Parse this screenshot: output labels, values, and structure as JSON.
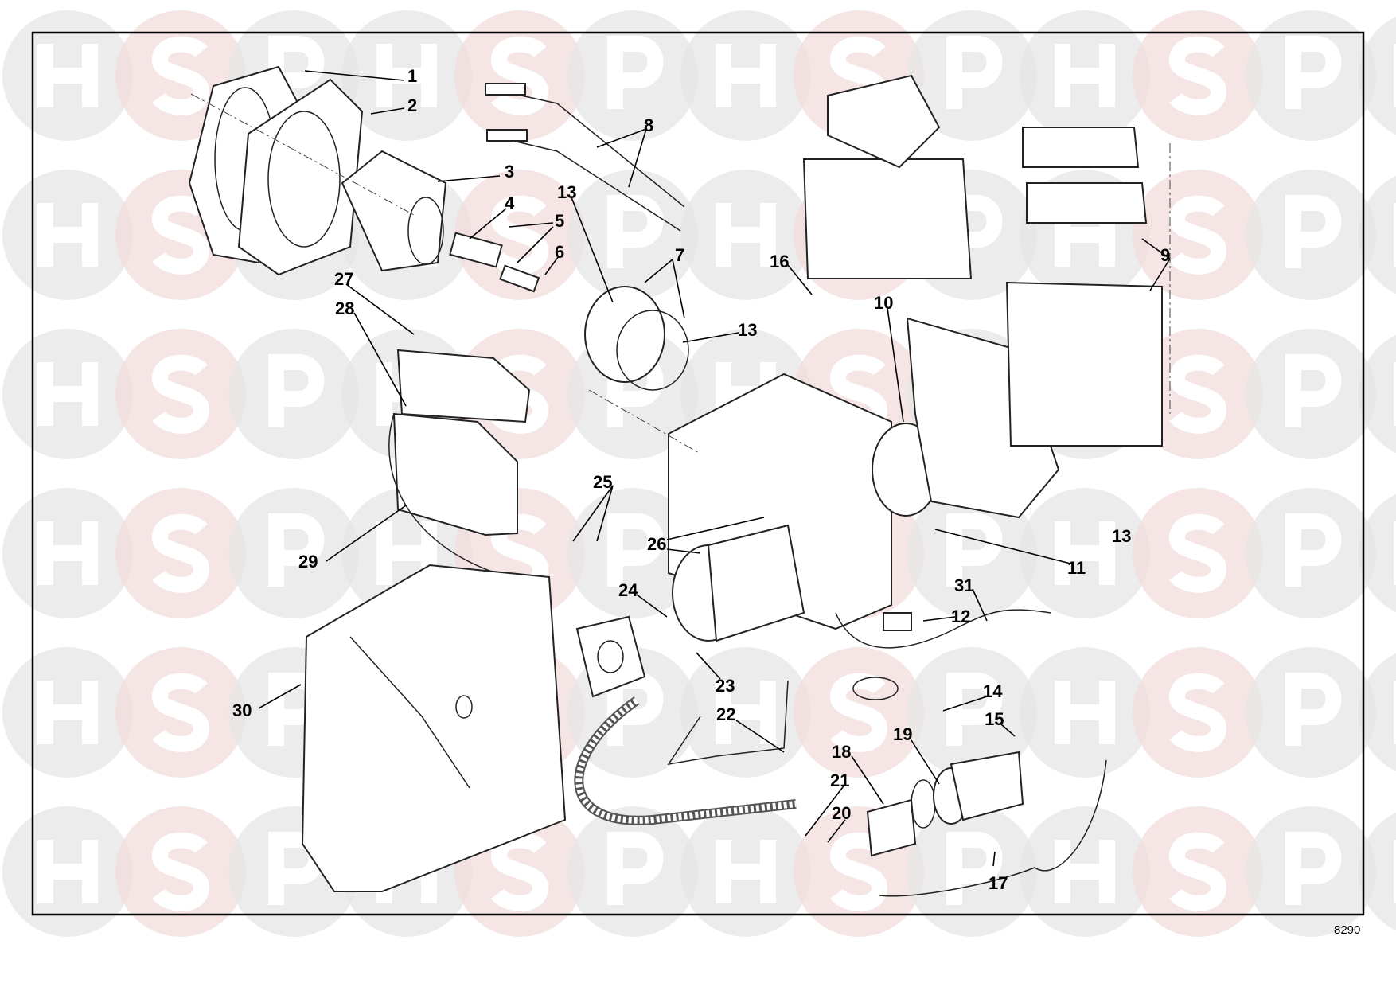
{
  "watermark": {
    "letters": [
      "H",
      "S",
      "P"
    ],
    "colors": {
      "grey": "#e6e6e6",
      "pink": "#f2dcdc"
    }
  },
  "diagram_ref": "8290",
  "callouts": [
    {
      "id": "1",
      "label": "1"
    },
    {
      "id": "2",
      "label": "2"
    },
    {
      "id": "3",
      "label": "3"
    },
    {
      "id": "4",
      "label": "4"
    },
    {
      "id": "5",
      "label": "5"
    },
    {
      "id": "6",
      "label": "6"
    },
    {
      "id": "7",
      "label": "7"
    },
    {
      "id": "8",
      "label": "8"
    },
    {
      "id": "9",
      "label": "9"
    },
    {
      "id": "10",
      "label": "10"
    },
    {
      "id": "11",
      "label": "11"
    },
    {
      "id": "12",
      "label": "12"
    },
    {
      "id": "13a",
      "label": "13"
    },
    {
      "id": "13b",
      "label": "13"
    },
    {
      "id": "13c",
      "label": "13"
    },
    {
      "id": "14",
      "label": "14"
    },
    {
      "id": "15",
      "label": "15"
    },
    {
      "id": "16",
      "label": "16"
    },
    {
      "id": "17",
      "label": "17"
    },
    {
      "id": "18",
      "label": "18"
    },
    {
      "id": "19",
      "label": "19"
    },
    {
      "id": "20",
      "label": "20"
    },
    {
      "id": "21",
      "label": "21"
    },
    {
      "id": "22",
      "label": "22"
    },
    {
      "id": "23",
      "label": "23"
    },
    {
      "id": "24",
      "label": "24"
    },
    {
      "id": "25",
      "label": "25"
    },
    {
      "id": "26",
      "label": "26"
    },
    {
      "id": "27",
      "label": "27"
    },
    {
      "id": "28",
      "label": "28"
    },
    {
      "id": "29",
      "label": "29"
    },
    {
      "id": "30",
      "label": "30"
    },
    {
      "id": "31",
      "label": "31"
    }
  ]
}
